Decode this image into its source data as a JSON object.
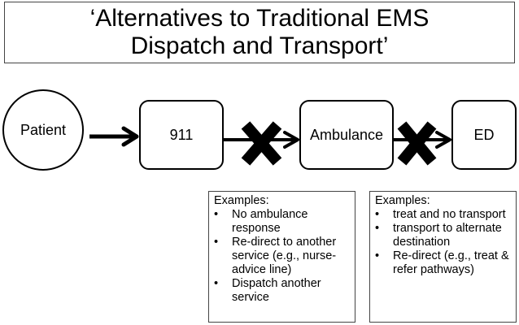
{
  "title": {
    "line1": "‘Alternatives to Traditional EMS",
    "line2": "Dispatch and Transport’"
  },
  "flow": {
    "nodes": [
      {
        "id": "patient",
        "label": "Patient",
        "shape": "circle"
      },
      {
        "id": "911",
        "label": "911",
        "shape": "rounded-rect"
      },
      {
        "id": "ambulance",
        "label": "Ambulance",
        "shape": "rounded-rect"
      },
      {
        "id": "ed",
        "label": "ED",
        "shape": "rounded-rect"
      }
    ],
    "edges": [
      {
        "from": "patient",
        "to": "911",
        "blocked": false
      },
      {
        "from": "911",
        "to": "ambulance",
        "blocked": true,
        "marker": "x-mark-icon"
      },
      {
        "from": "ambulance",
        "to": "ed",
        "blocked": true,
        "marker": "x-mark-icon"
      }
    ]
  },
  "examples": {
    "dispatch": {
      "heading": "Examples:",
      "bullet": "•",
      "items": [
        "No ambulance response",
        "Re-direct to another service (e.g., nurse-advice line)",
        "Dispatch another service"
      ]
    },
    "transport": {
      "heading": "Examples:",
      "bullet": "•",
      "items": [
        "treat and no transport",
        "transport to alternate destination",
        "Re-direct (e.g., treat & refer pathways)"
      ]
    }
  },
  "colors": {
    "stroke": "#000000",
    "box_border": "#444444",
    "background": "#ffffff"
  }
}
